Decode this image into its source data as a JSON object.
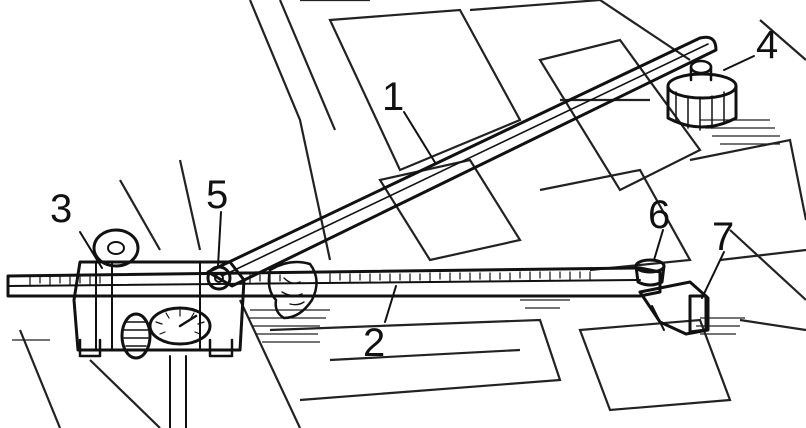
{
  "diagram": {
    "callouts": [
      {
        "id": "pole-arm",
        "number": "1"
      },
      {
        "id": "tracer-arm",
        "number": "2"
      },
      {
        "id": "measuring-wheel-carriage",
        "number": "3"
      },
      {
        "id": "pole-weight",
        "number": "4"
      },
      {
        "id": "pivot-joint",
        "number": "5"
      },
      {
        "id": "tracer-knob",
        "number": "6"
      },
      {
        "id": "tracer-point-magnifier",
        "number": "7"
      }
    ],
    "colors": {
      "ink": "#111111",
      "background": "#ffffff"
    }
  }
}
